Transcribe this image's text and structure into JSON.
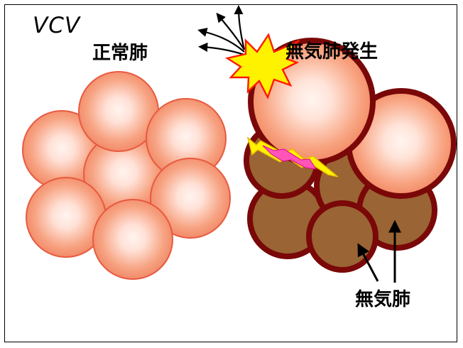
{
  "labels": {
    "mode": "VCV",
    "normal_lung": "正常肺",
    "collapsed_title": "無気肺発生",
    "atelectasis": "無気肺"
  },
  "colors": {
    "normal_alveolus_edge": "#e85a3f",
    "normal_alveolus_center": "#fff0eb",
    "normal_alveolus_outer": "#f28a68",
    "overdistended_edge": "#7a0808",
    "atelectatic_fill": "#9a6434",
    "burst_fill": "#fff200",
    "burst_edge": "#ff1a00",
    "shear_fill": "#ff55b8"
  },
  "icons": {
    "rupture": "burst-icon",
    "air_leak": "curved-arrow-icon",
    "shear_stress": "lightning-icon"
  }
}
